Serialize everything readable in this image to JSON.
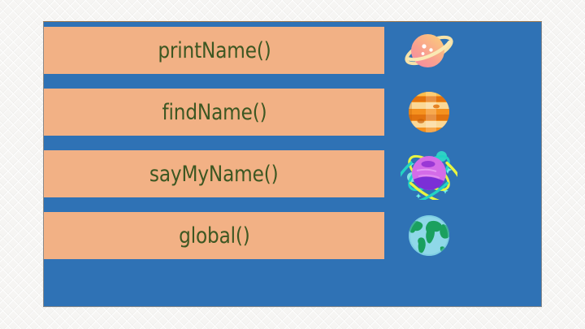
{
  "slide": {
    "background_color": "#f6f5f3",
    "panel_color": "#2f72b5",
    "bar_color": "#f2b185",
    "text_color": "#3d5722",
    "items": [
      {
        "label": "printName()",
        "icon": "saturn-planet-icon"
      },
      {
        "label": "findName()",
        "icon": "jupiter-planet-icon"
      },
      {
        "label": "sayMyName()",
        "icon": "orbit-planet-icon"
      },
      {
        "label": "global()",
        "icon": "earth-globe-icon"
      }
    ]
  }
}
